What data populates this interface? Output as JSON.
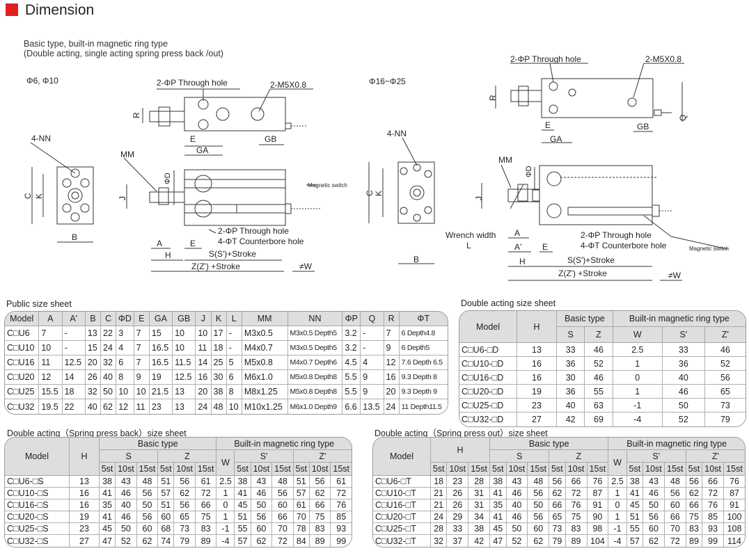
{
  "header": {
    "title": "Dimension",
    "accent_color": "#e02020",
    "subtitle_line1": "Basic type, built-in magnetic ring type",
    "subtitle_line2": "(Double acting, single acting spring press back /out)"
  },
  "drawings": {
    "small": {
      "bore_label": "Φ6, Φ10",
      "through_hole": "2-ΦP  Through hole",
      "port": "2-M5X0.8",
      "nn": "4-NN",
      "mm": "MM",
      "magnetic_switch": "Magnetic switch",
      "through_hole2": "2-ΦP  Through hole",
      "counterbore": "4-ΦT Counterbore hole",
      "dims": {
        "R": "R",
        "E": "E",
        "GA": "GA",
        "GB": "GB",
        "C": "C",
        "K": "K",
        "B": "B",
        "J": "J",
        "D": "ΦD",
        "A": "A",
        "H": "H",
        "S": "S(S')+Stroke",
        "Z": "Z(Z') +Stroke",
        "W": "≠W"
      }
    },
    "large": {
      "bore_label": "Φ16~Φ25",
      "through_hole": "2-ΦP Through hole",
      "port": "2-M5X0.8",
      "nn": "4-NN",
      "mm": "MM",
      "wrench": "Wrench width",
      "wrench_l": "L",
      "magnetic_switch": "Magnetic switch",
      "through_hole2": "2-ΦP  Through hole",
      "counterbore": "4-ΦT Counterbore hole",
      "dims": {
        "R": "R",
        "Q": "Q",
        "E": "E",
        "GA": "GA",
        "GB": "GB",
        "C": "C",
        "K": "K",
        "B": "B",
        "J": "J",
        "D": "ΦD",
        "A": "A",
        "A2": "A'",
        "H": "H",
        "S": "S(S')+Stroke",
        "Z": "Z(Z') +Stroke",
        "W": "≠W"
      }
    }
  },
  "public_sheet": {
    "title": "Public size sheet",
    "headers": [
      "Model",
      "A",
      "A'",
      "B",
      "C",
      "ΦD",
      "E",
      "GA",
      "GB",
      "J",
      "K",
      "L",
      "MM",
      "NN",
      "ΦP",
      "Q",
      "R",
      "ΦT"
    ],
    "rows": [
      [
        "C□U6",
        "7",
        "-",
        "13",
        "22",
        "3",
        "7",
        "15",
        "10",
        "10",
        "17",
        "-",
        "M3x0.5",
        "M3x0.5 Depth5",
        "3.2",
        "-",
        "7",
        "6 Depth4.8"
      ],
      [
        "C□U10",
        "10",
        "-",
        "15",
        "24",
        "4",
        "7",
        "16.5",
        "10",
        "11",
        "18",
        "-",
        "M4x0.7",
        "M3x0.5 Depth5",
        "3.2",
        "-",
        "9",
        "6 Depth5"
      ],
      [
        "C□U16",
        "11",
        "12.5",
        "20",
        "32",
        "6",
        "7",
        "16.5",
        "11.5",
        "14",
        "25",
        "5",
        "M5x0.8",
        "M4x0.7 Depth6",
        "4.5",
        "4",
        "12",
        "7.6 Depth 6.5"
      ],
      [
        "C□U20",
        "12",
        "14",
        "26",
        "40",
        "8",
        "9",
        "19",
        "12.5",
        "16",
        "30",
        "6",
        "M6x1.0",
        "M5x0.8 Depth8",
        "5.5",
        "9",
        "16",
        "9.3 Depth 8"
      ],
      [
        "C□U25",
        "15.5",
        "18",
        "32",
        "50",
        "10",
        "10",
        "21.5",
        "13",
        "20",
        "38",
        "8",
        "M8x1.25",
        "M5x0.8 Depth8",
        "5.5",
        "9",
        "20",
        "9.3 Depth 9"
      ],
      [
        "C□U32",
        "19.5",
        "22",
        "40",
        "62",
        "12",
        "11",
        "23",
        "13",
        "24",
        "48",
        "10",
        "M10x1.25",
        "M6x1.0 Depth9",
        "6.6",
        "13.5",
        "24",
        "11 Depth11.5"
      ]
    ]
  },
  "double_sheet": {
    "title": "Double acting size sheet",
    "h_model": "Model",
    "h_h": "H",
    "h_basic": "Basic type",
    "h_builtin": "Built-in magnetic ring type",
    "sub": [
      "S",
      "Z",
      "W",
      "S'",
      "Z'"
    ],
    "rows": [
      [
        "C□U6-□D",
        "13",
        "33",
        "46",
        "2.5",
        "33",
        "46"
      ],
      [
        "C□U10-□D",
        "16",
        "36",
        "52",
        "1",
        "36",
        "52"
      ],
      [
        "C□U16-□D",
        "16",
        "30",
        "46",
        "0",
        "40",
        "56"
      ],
      [
        "C□U20-□D",
        "19",
        "36",
        "55",
        "1",
        "46",
        "65"
      ],
      [
        "C□U25-□D",
        "23",
        "40",
        "63",
        "-1",
        "50",
        "73"
      ],
      [
        "C□U32-□D",
        "27",
        "42",
        "69",
        "-4",
        "52",
        "79"
      ]
    ]
  },
  "spring_back_sheet": {
    "title": "Double acting（Spring press back）size sheet",
    "h_model": "Model",
    "h_h": "H",
    "h_basic": "Basic type",
    "h_builtin": "Built-in magnetic ring type",
    "g_s": "S",
    "g_z": "Z",
    "g_w": "W",
    "g_s2": "S'",
    "g_z2": "Z'",
    "strokes": [
      "5st",
      "10st",
      "15st"
    ],
    "rows": [
      [
        "C□U6-□S",
        "13",
        "38",
        "43",
        "48",
        "51",
        "56",
        "61",
        "2.5",
        "38",
        "43",
        "48",
        "51",
        "56",
        "61"
      ],
      [
        "C□U10-□S",
        "16",
        "41",
        "46",
        "56",
        "57",
        "62",
        "72",
        "1",
        "41",
        "46",
        "56",
        "57",
        "62",
        "72"
      ],
      [
        "C□U16-□S",
        "16",
        "35",
        "40",
        "50",
        "51",
        "56",
        "66",
        "0",
        "45",
        "50",
        "60",
        "61",
        "66",
        "76"
      ],
      [
        "C□U20-□S",
        "19",
        "41",
        "46",
        "56",
        "60",
        "65",
        "75",
        "1",
        "51",
        "56",
        "66",
        "70",
        "75",
        "85"
      ],
      [
        "C□U25-□S",
        "23",
        "45",
        "50",
        "60",
        "68",
        "73",
        "83",
        "-1",
        "55",
        "60",
        "70",
        "78",
        "83",
        "93"
      ],
      [
        "C□U32-□S",
        "27",
        "47",
        "52",
        "62",
        "74",
        "79",
        "89",
        "-4",
        "57",
        "62",
        "72",
        "84",
        "89",
        "99"
      ]
    ]
  },
  "spring_out_sheet": {
    "title": "Double acting（Spring press out）size sheet",
    "h_model": "Model",
    "h_h": "H",
    "h_basic": "Basic type",
    "h_builtin": "Built-in magnetic ring type",
    "g_s": "S",
    "g_z": "Z",
    "g_w": "W",
    "g_s2": "S'",
    "g_z2": "Z'",
    "strokes": [
      "5st",
      "10st",
      "15st"
    ],
    "rows": [
      [
        "C□U6-□T",
        "18",
        "23",
        "28",
        "38",
        "43",
        "48",
        "56",
        "66",
        "76",
        "2.5",
        "38",
        "43",
        "48",
        "56",
        "66",
        "76"
      ],
      [
        "C□U10-□T",
        "21",
        "26",
        "31",
        "41",
        "46",
        "56",
        "62",
        "72",
        "87",
        "1",
        "41",
        "46",
        "56",
        "62",
        "72",
        "87"
      ],
      [
        "C□U16-□T",
        "21",
        "26",
        "31",
        "35",
        "40",
        "50",
        "66",
        "76",
        "91",
        "0",
        "45",
        "50",
        "60",
        "66",
        "76",
        "91"
      ],
      [
        "C□U20-□T",
        "24",
        "29",
        "34",
        "41",
        "46",
        "56",
        "65",
        "75",
        "90",
        "1",
        "51",
        "56",
        "66",
        "75",
        "85",
        "100"
      ],
      [
        "C□U25-□T",
        "28",
        "33",
        "38",
        "45",
        "50",
        "60",
        "73",
        "83",
        "98",
        "-1",
        "55",
        "60",
        "70",
        "83",
        "93",
        "108"
      ],
      [
        "C□U32-□T",
        "32",
        "37",
        "42",
        "47",
        "52",
        "62",
        "79",
        "89",
        "104",
        "-4",
        "57",
        "62",
        "72",
        "89",
        "99",
        "114"
      ]
    ]
  }
}
